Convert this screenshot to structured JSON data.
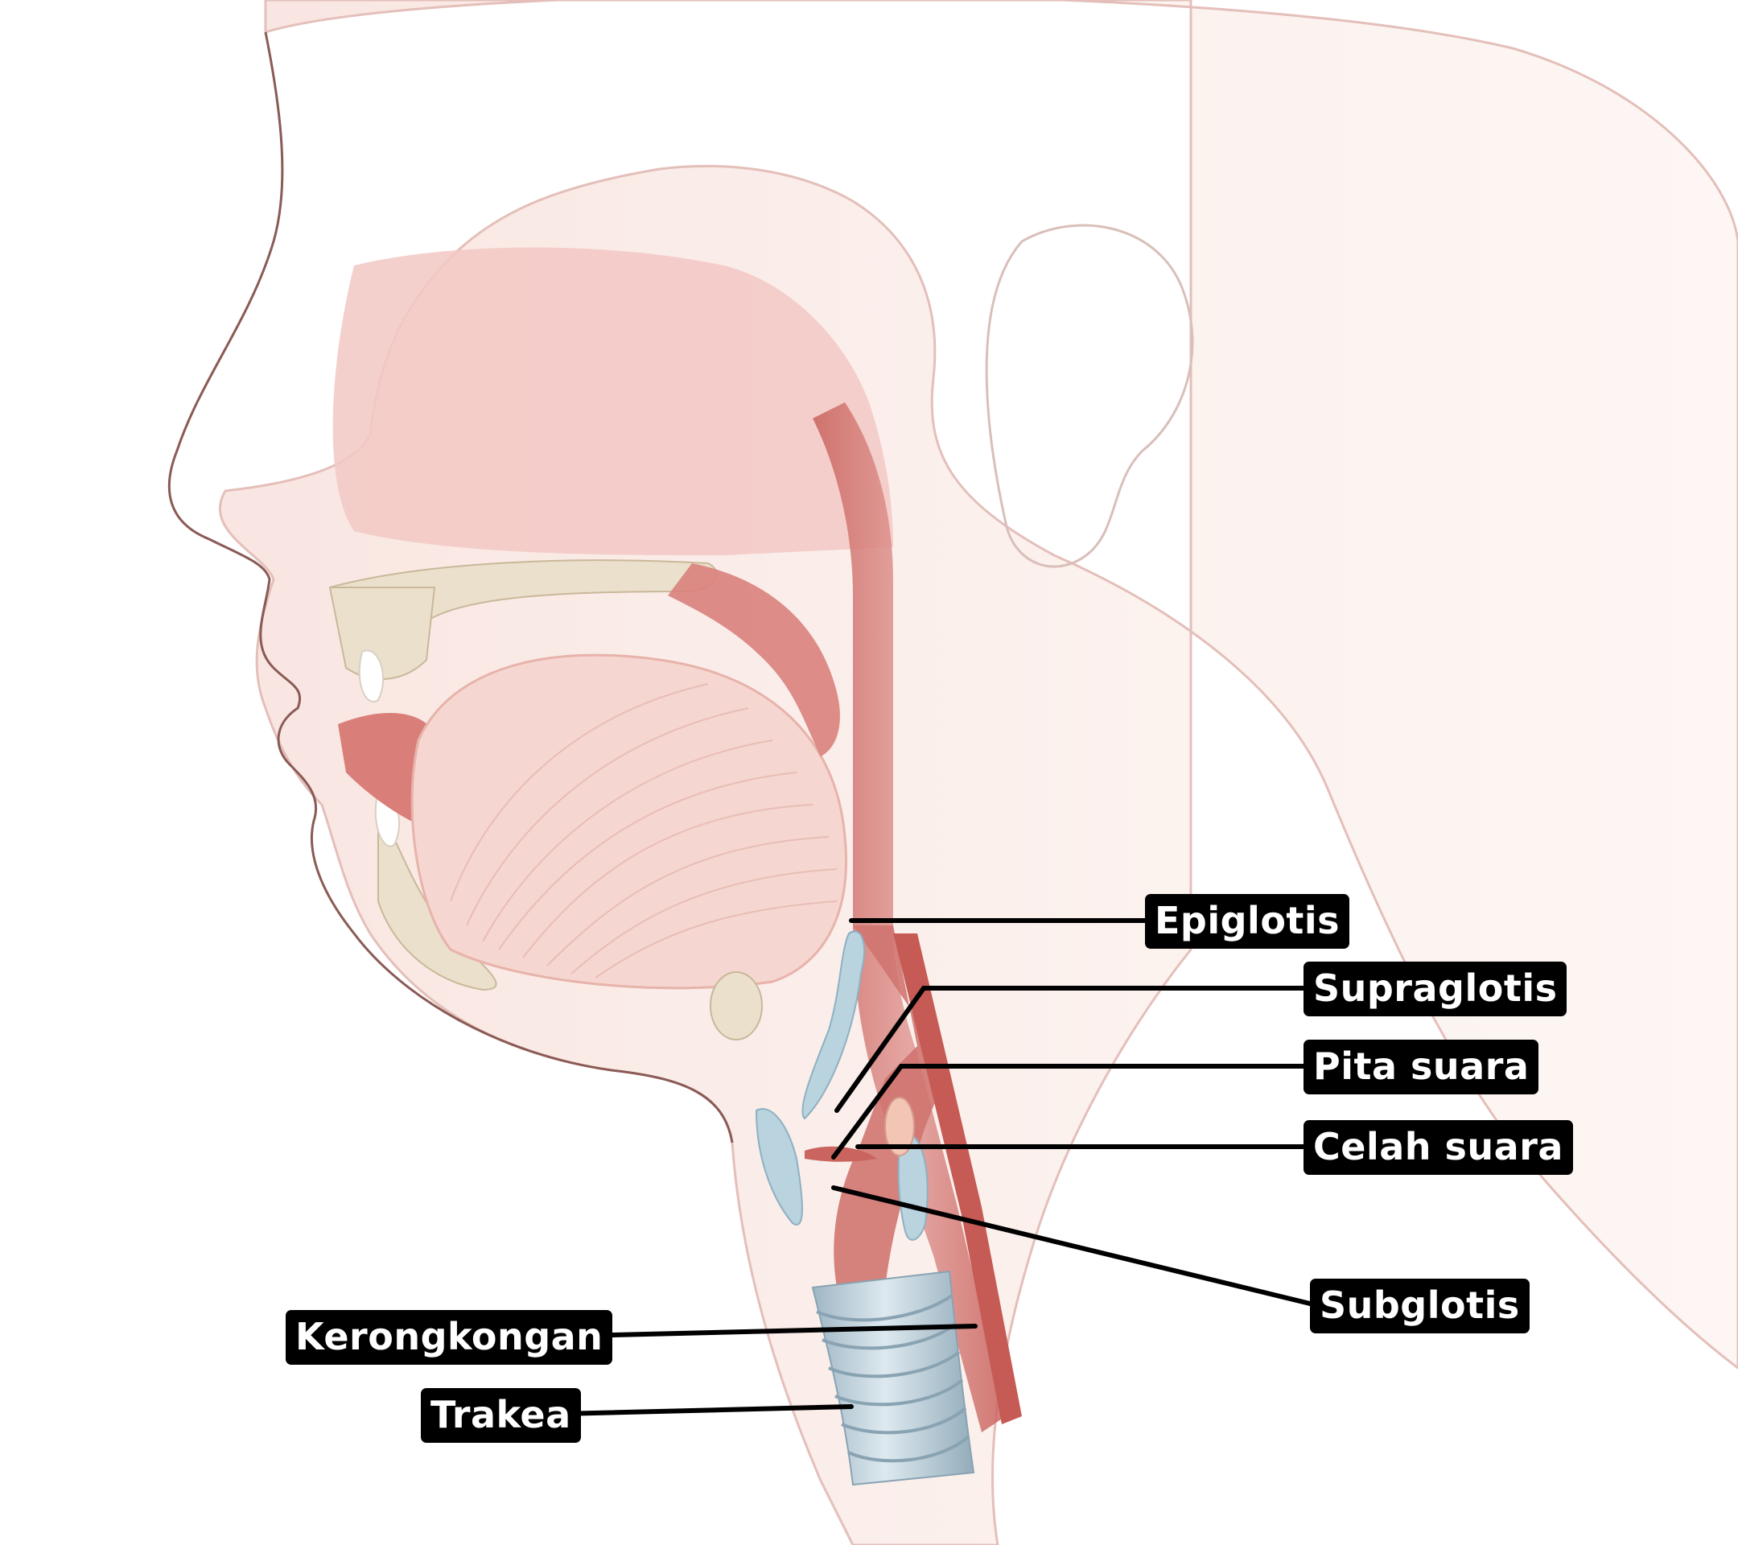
{
  "colors": {
    "skin": "#fbeeea",
    "cavity": "#f2c5c3",
    "airway": "#d9817c",
    "cartilage": "#b9d3df",
    "bone": "#ebe0cb",
    "label_bg": "#000000",
    "label_text": "#ffffff",
    "leader_line": "#000000"
  },
  "labels": {
    "epiglotis": "Epiglotis",
    "supraglotis": "Supraglotis",
    "pita_suara": "Pita suara",
    "celah_suara": "Celah suara",
    "subglotis": "Subglotis",
    "kerongkongan": "Kerongkongan",
    "trakea": "Trakea"
  }
}
